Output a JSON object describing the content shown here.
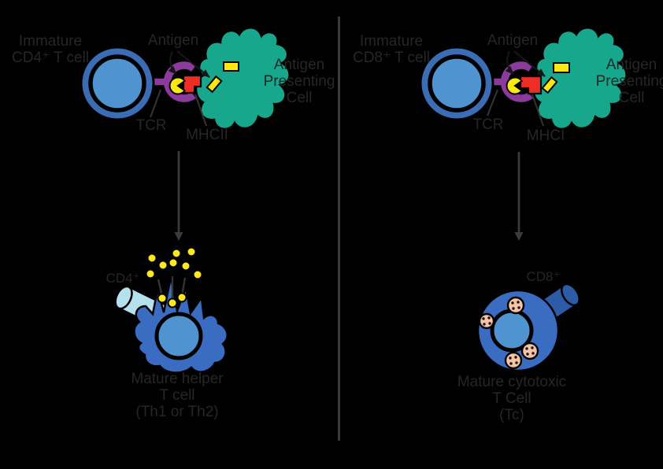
{
  "colors": {
    "background": "#000000",
    "text": "#262626",
    "divider": "#3b3b3b",
    "flow": "#3b3b3b",
    "pointer": "#343434",
    "annotation": "#161616",
    "outline": "#000000",
    "tcell_ring": "#3a6db4",
    "tcell_inner": "#4f94d0",
    "apc": "#17a78c",
    "tcr": "#8c3a9e",
    "mhc": "#ee2e24",
    "antigen": "#fde910",
    "cytokine": "#ffe81c",
    "helper_body": "#3a6cc2",
    "cd4_cylinder": "#b5e1ef",
    "cd8_cylinder": "#2d5ba8",
    "granule": "#f6c3a5",
    "granule_dot": "#141414"
  },
  "left": {
    "tcell_label": [
      "Immature",
      "CD4⁺ T cell"
    ],
    "antigen_label": "Antigen",
    "tcr_label": "TCR",
    "mhc_label": "MHCII",
    "apc_label": [
      "Antigen",
      "Presenting",
      "Cell"
    ],
    "coreceptor_label": "CD4⁺",
    "mature_label": [
      "Mature helper",
      "T cell",
      "(Th1 or Th2)"
    ]
  },
  "right": {
    "tcell_label": [
      "Immature",
      "CD8⁺ T cell"
    ],
    "antigen_label": "Antigen",
    "tcr_label": "TCR",
    "mhc_label": "MHCI",
    "apc_label": [
      "Antigen",
      "Presenting",
      "Cell"
    ],
    "coreceptor_label": "CD8⁺",
    "mature_label": [
      "Mature cytotoxic",
      "T Cell",
      "(Tc)"
    ]
  }
}
